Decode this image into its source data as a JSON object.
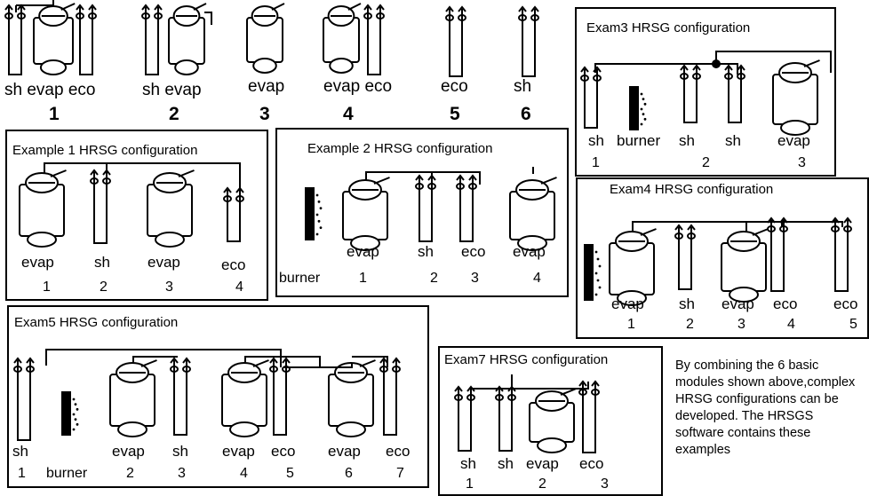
{
  "basic_modules": {
    "m1": {
      "label": "sh evap eco",
      "number": "1"
    },
    "m2": {
      "label": "sh evap",
      "number": "2"
    },
    "m3": {
      "label": "evap",
      "number": "3"
    },
    "m4": {
      "label": "evap eco",
      "number": "4"
    },
    "m5": {
      "label": "eco",
      "number": "5"
    },
    "m6": {
      "label": "sh",
      "number": "6"
    }
  },
  "example1": {
    "title": "Example 1 HRSG configuration",
    "labels": [
      "evap",
      "sh",
      "evap",
      "eco"
    ],
    "numbers": [
      "1",
      "2",
      "3",
      "4"
    ]
  },
  "example2": {
    "title": "Example 2 HRSG configuration",
    "labels": [
      "evap",
      "sh",
      "eco",
      "evap"
    ],
    "numbers": [
      "1",
      "2",
      "3",
      "4"
    ],
    "burner": "burner"
  },
  "exam3": {
    "title": "Exam3 HRSG configuration",
    "labels": [
      "sh",
      "burner",
      "sh",
      "sh",
      "evap"
    ],
    "numbers": [
      "1",
      "2",
      "3"
    ]
  },
  "exam4": {
    "title": "Exam4 HRSG configuration",
    "labels": [
      "evap",
      "sh",
      "evap",
      "eco",
      "eco"
    ],
    "numbers": [
      "1",
      "2",
      "3",
      "4",
      "5"
    ]
  },
  "exam5": {
    "title": "Exam5 HRSG configuration",
    "labels": [
      "sh",
      "evap",
      "sh",
      "evap",
      "eco",
      "evap",
      "eco"
    ],
    "numbers": [
      "1",
      "2",
      "3",
      "4",
      "5",
      "6",
      "7"
    ],
    "burner": "burner"
  },
  "exam7": {
    "title": "Exam7 HRSG configuration",
    "labels": [
      "sh",
      "sh",
      "evap",
      "eco"
    ],
    "numbers": [
      "1",
      "2",
      "3"
    ]
  },
  "note": "By combining the 6 basic modules shown above,complex HRSG configurations can be developed. The HRSGS software contains these examples"
}
